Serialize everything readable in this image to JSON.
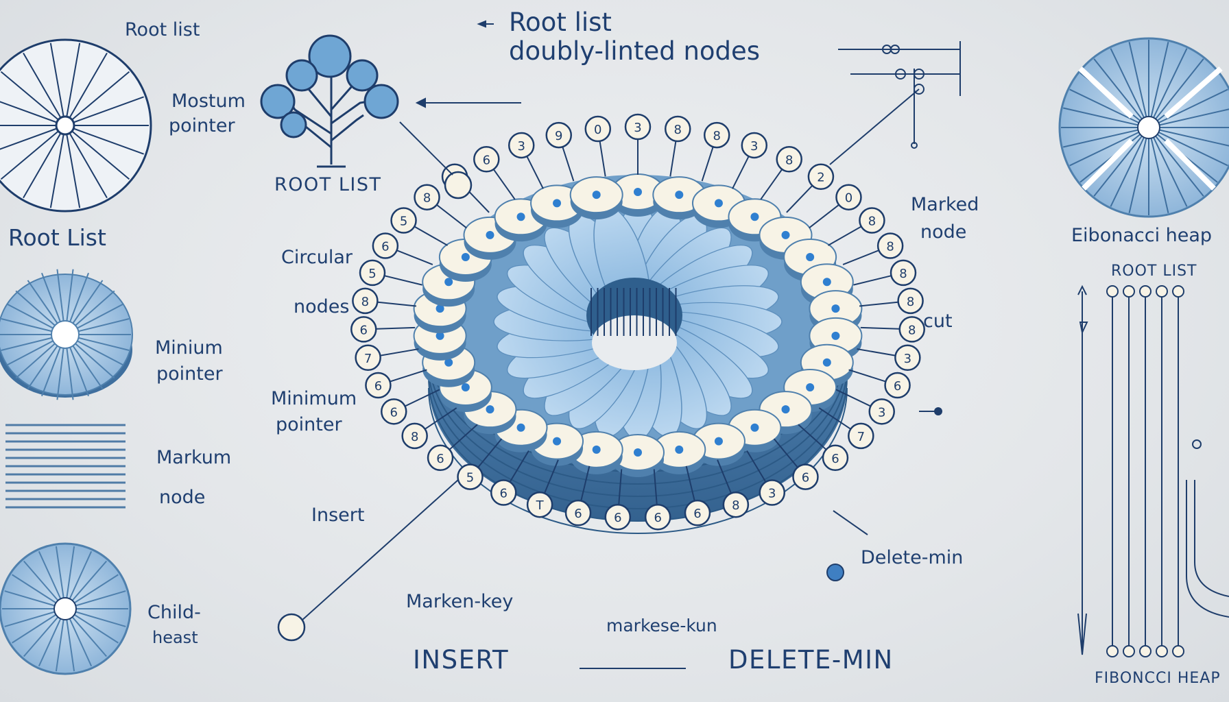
{
  "labels": {
    "top_center_line1": "Root list",
    "top_center_line2": "doubly-linted nodes",
    "left_top_root": "Root list",
    "left_mostum_1": "Mostum",
    "left_mostum_2": "pointer",
    "tree_root_list": "ROOT LIST",
    "left_root_list": "Root List",
    "circular": "Circular",
    "nodes": "nodes",
    "minium_1": "Minium",
    "minium_2": "pointer",
    "minimum_1": "Minimum",
    "minimum_2": "pointer",
    "markum": "Markum",
    "markum_node": "node",
    "insert_mid": "Insert",
    "child_1": "Child-",
    "child_2": "heast",
    "marked_1": "Marked",
    "marked_2": "node",
    "cut": "cut",
    "delete_min_mid": "Delete-min",
    "marken_key": "Marken-key",
    "markese_kun": "markese-kun",
    "insert_caps": "INSERT",
    "delete_min_caps": "DELETE-MIN",
    "fib_heap_right": "Eibonacci heap",
    "root_list_right": "ROOT LIST",
    "fib_heap_bottom": "FIBONCCI HEAP"
  },
  "node_values": [
    "3",
    "8",
    "8",
    "3",
    "8",
    "2",
    "0",
    "8",
    "8",
    "8",
    "8",
    "8",
    "3",
    "6",
    "3",
    "7",
    "6",
    "6",
    "3",
    "8",
    "6",
    "6",
    "6",
    "6",
    "T",
    "6",
    "5",
    "6",
    "8",
    "6",
    "6",
    "7",
    "6",
    "8",
    "5",
    "6",
    "5",
    "8",
    "6",
    "6",
    "3",
    "9",
    "0"
  ],
  "colors": {
    "ink": "#1e3d6b",
    "blue_light": "#a9cbe6",
    "blue_mid": "#6f9fc9",
    "blue_dark": "#3f6f9e",
    "cream": "#f7f3e6",
    "dot": "#2f7fd0"
  }
}
